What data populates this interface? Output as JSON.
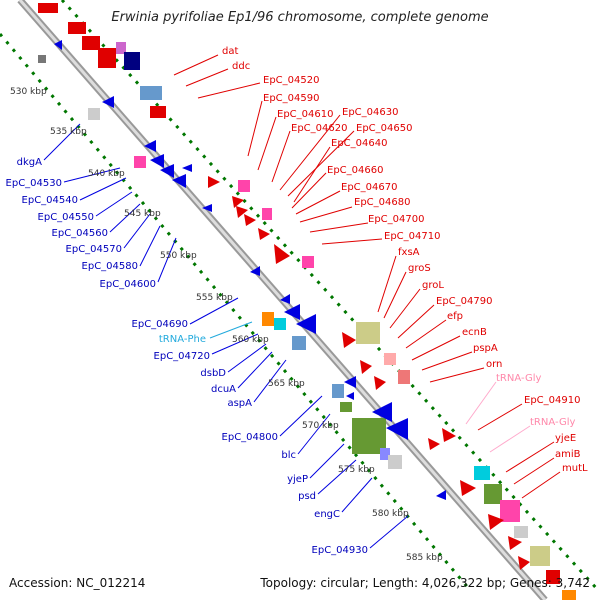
{
  "title": "Erwinia pyrifoliae Ep1/96 chromosome, complete genome",
  "footer": {
    "accession": "Accession: NC_012214",
    "topology": "Topology: circular; Length: 4,026,322 bp; Genes: 3,742"
  },
  "kbp_labels": [
    "530 kbp",
    "535 kbp",
    "540 kbp",
    "545 kbp",
    "550 kbp",
    "555 kbp",
    "560 kbp",
    "565 kbp",
    "570 kbp",
    "575 kbp",
    "580 kbp",
    "585 kbp"
  ],
  "genes_right": [
    "dat",
    "ddc",
    "EpC_04520",
    "EpC_04590",
    "EpC_04610",
    "EpC_04620",
    "EpC_04630",
    "EpC_04650",
    "EpC_04640",
    "EpC_04660",
    "EpC_04670",
    "EpC_04680",
    "EpC_04700",
    "EpC_04710",
    "fxsA",
    "groS",
    "groL",
    "EpC_04790",
    "efp",
    "ecnB",
    "pspA",
    "orn",
    "tRNA-Gly",
    "EpC_04910",
    "tRNA-Gly",
    "yjeE",
    "amiB",
    "mutL"
  ],
  "genes_left": [
    "dkgA",
    "EpC_04530",
    "EpC_04540",
    "EpC_04550",
    "EpC_04560",
    "EpC_04570",
    "EpC_04580",
    "EpC_04600",
    "EpC_04690",
    "tRNA-Phe",
    "EpC_04720",
    "dsbD",
    "dcuA",
    "aspA",
    "EpC_04800",
    "blc",
    "yjeP",
    "psd",
    "engC",
    "EpC_04930"
  ],
  "colors": {
    "forward_gene": "#e00000",
    "reverse_gene": "#0000e0",
    "trna_label": "#ff88aa",
    "trna_phe_label": "#22aadd",
    "backbone": "#888888",
    "tick_dots": "#007700"
  }
}
